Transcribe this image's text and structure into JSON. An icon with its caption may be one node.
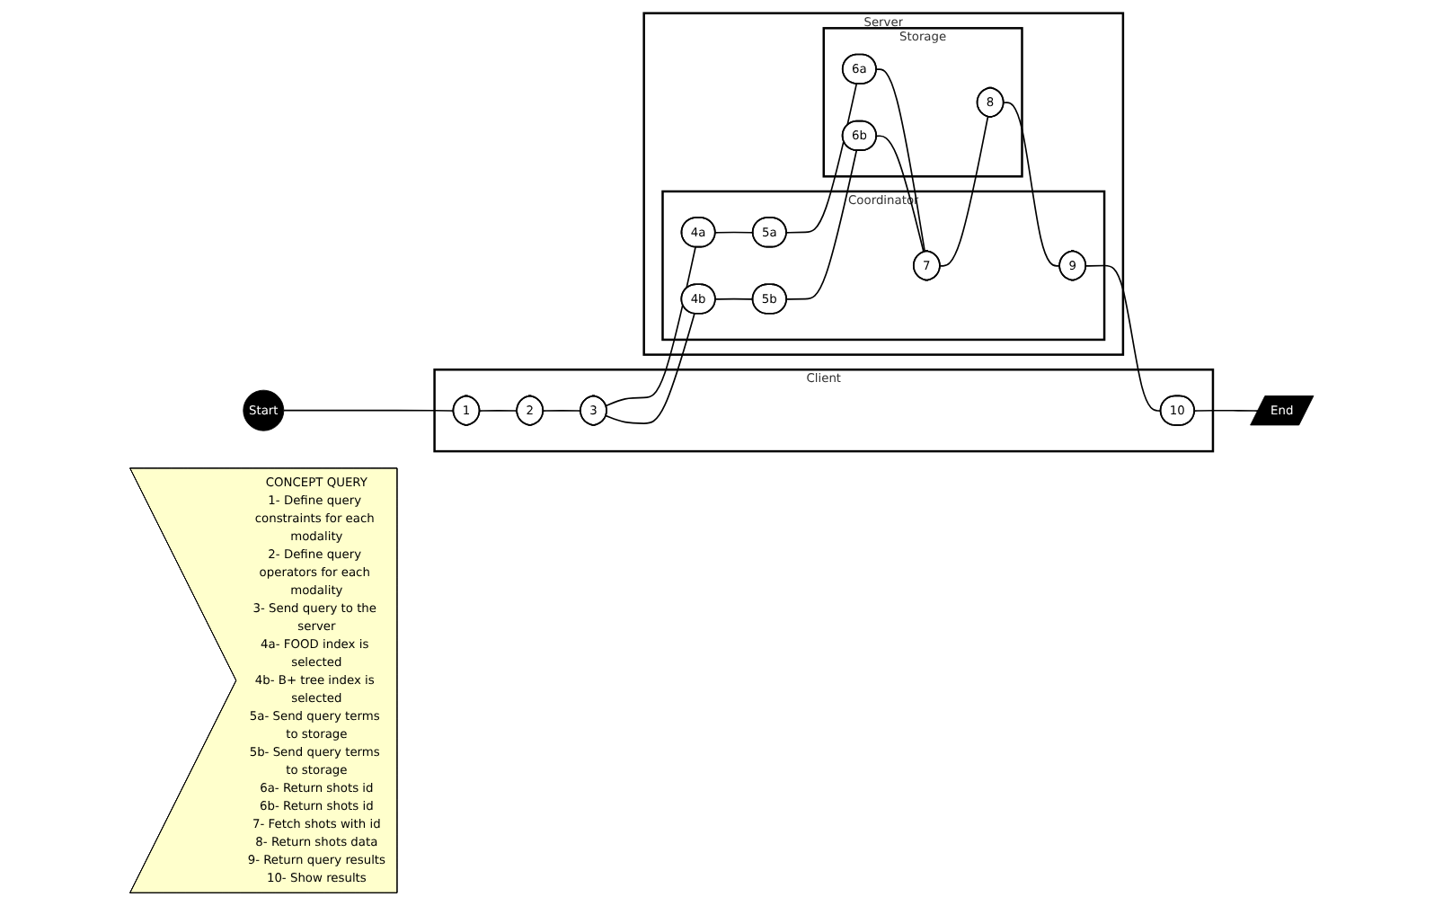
{
  "diagram": {
    "nodes": [
      {
        "text": [
          "Start"
        ]
      },
      {
        "text": [
          "Client"
        ]
      },
      {
        "text": [
          "1"
        ],
        "in": 1
      },
      {
        "text": [
          "2"
        ],
        "in": 1
      },
      {
        "text": [
          "3"
        ],
        "in": 1
      },
      {
        "text": [
          "10"
        ],
        "in": 1
      },
      {
        "text": [
          "End"
        ]
      },
      {
        "text": [
          "Server"
        ]
      },
      {
        "text": [
          "Coordinator"
        ],
        "in": 7
      },
      {
        "text": [
          "4a"
        ],
        "in": 8
      },
      {
        "text": [
          "4b"
        ],
        "in": 8
      },
      {
        "text": [
          "5a"
        ],
        "in": 8
      },
      {
        "text": [
          "5b"
        ],
        "in": 8
      },
      {
        "text": [
          "7"
        ],
        "in": 8
      },
      {
        "text": [
          "9"
        ],
        "in": 8
      },
      {
        "text": [
          "Storage"
        ],
        "in": 7
      },
      {
        "text": [
          "6a"
        ],
        "in": 15
      },
      {
        "text": [
          "6b"
        ],
        "in": 15
      },
      {
        "text": [
          "8"
        ],
        "in": 15
      },
      {
        "text": [
          "CONCEPT QUERY",
          "1- Define query constraints for each modality",
          "2- Define query operators for each modality",
          "3- Send query to the server",
          "4a- FOOD index is selected",
          "4b- B+ tree index is selected",
          "5a- Send query terms to storage",
          "5b- Send query terms to storage",
          "6a- Return shots id",
          "6b- Return shots id",
          "7- Fetch shots with id",
          "8- Return shots data",
          "9- Return query results",
          "10- Show results"
        ]
      }
    ],
    "edges": [
      {
        "from": 0,
        "to": 2,
        "arrow": "none"
      },
      {
        "from": 2,
        "to": 3,
        "arrow": "none"
      },
      {
        "from": 3,
        "to": 4,
        "arrow": "none"
      },
      {
        "from": 4,
        "to": 9,
        "arrow": "none"
      },
      {
        "from": 4,
        "to": 10,
        "arrow": "none"
      },
      {
        "from": 9,
        "to": 11,
        "arrow": "none"
      },
      {
        "from": 10,
        "to": 12,
        "arrow": "none"
      },
      {
        "from": 11,
        "to": 16,
        "arrow": "none"
      },
      {
        "from": 12,
        "to": 17,
        "arrow": "none"
      },
      {
        "from": 16,
        "to": 13,
        "arrow": "none"
      },
      {
        "from": 17,
        "to": 13,
        "arrow": "none"
      },
      {
        "from": 13,
        "to": 18,
        "arrow": "none"
      },
      {
        "from": 18,
        "to": 14,
        "arrow": "none"
      },
      {
        "from": 14,
        "to": 5,
        "arrow": "none"
      },
      {
        "from": 5,
        "to": 6,
        "arrow": "none"
      }
    ]
  }
}
